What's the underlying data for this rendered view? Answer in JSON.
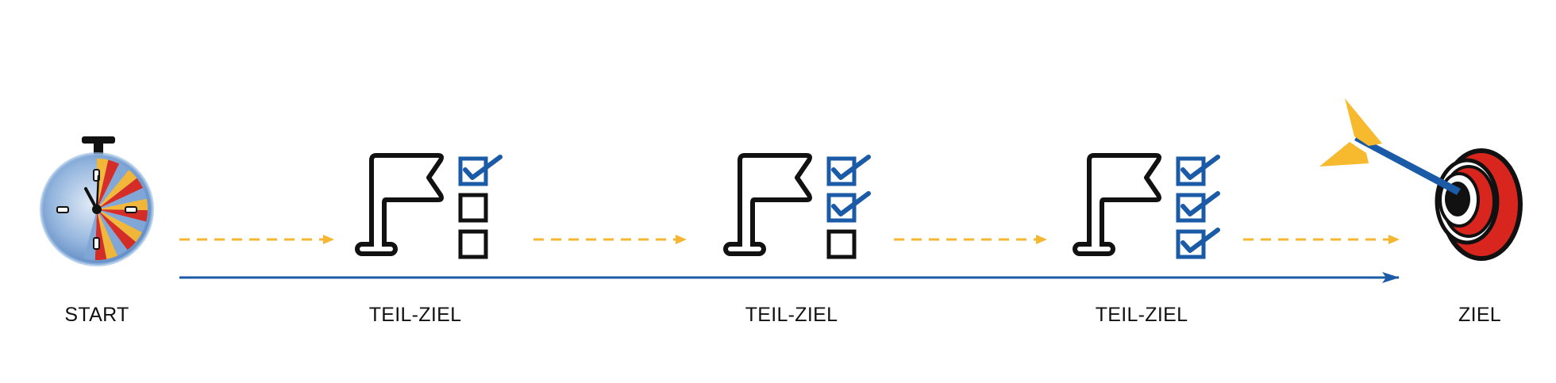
{
  "stages": [
    {
      "label": "START",
      "kind": "start"
    },
    {
      "label": "TEIL-ZIEL",
      "kind": "milestone",
      "checked": 1,
      "total": 3
    },
    {
      "label": "TEIL-ZIEL",
      "kind": "milestone",
      "checked": 2,
      "total": 3
    },
    {
      "label": "TEIL-ZIEL",
      "kind": "milestone",
      "checked": 3,
      "total": 3
    },
    {
      "label": "ZIEL",
      "kind": "goal"
    }
  ],
  "colors": {
    "dashed_arrow": "#f5b731",
    "timeline_arrow": "#1a5aa6",
    "check_blue": "#1a5aa6",
    "flag_black": "#111111",
    "target_red": "#d8261e",
    "dart_yellow": "#f7b92d",
    "dart_blue": "#1a5aa6",
    "clock_blue": "#7fa7d6",
    "clock_yellow": "#f5b731",
    "clock_red": "#d8261e"
  }
}
